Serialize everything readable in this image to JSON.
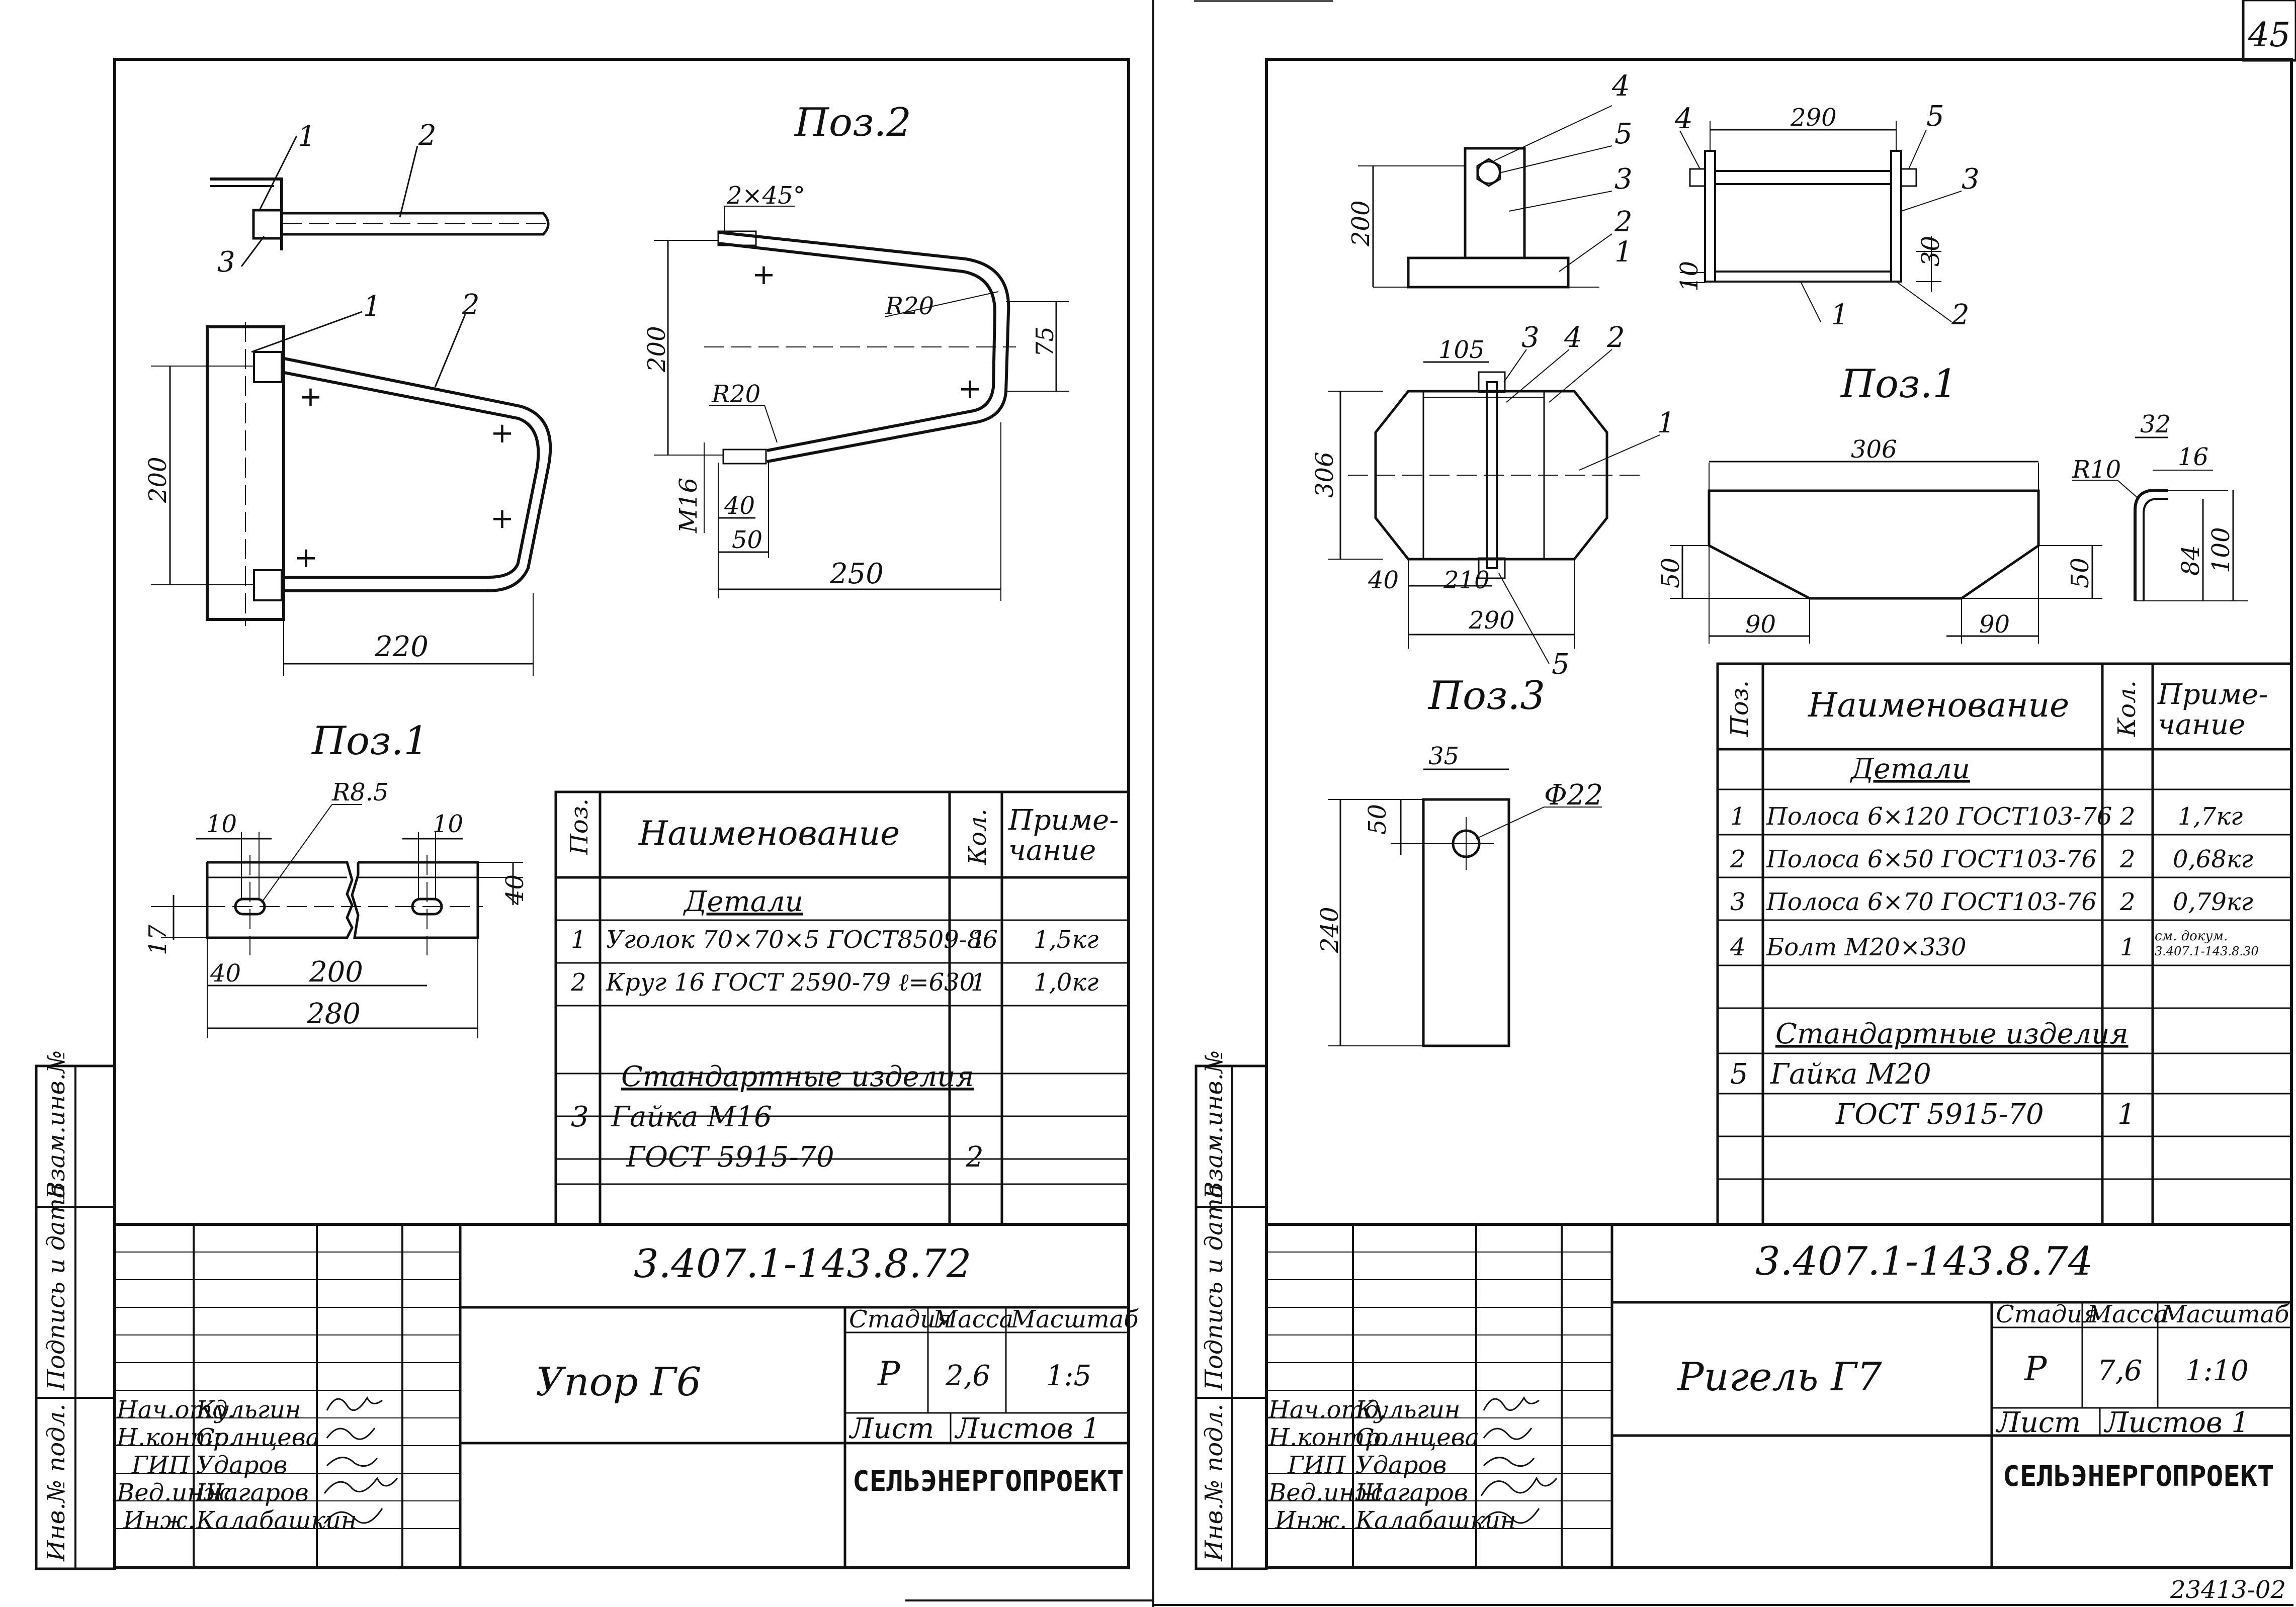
{
  "page_number": "45",
  "bottom_code": "23413-02",
  "side_stamp": {
    "vzam": "Взам.инв.№",
    "podpis": "Подпись и дата",
    "inv": "Инв.№ подл."
  },
  "left": {
    "poz2_title": "Поз.2",
    "poz1_title": "Поз.1",
    "dims": {
      "d200": "200",
      "d220": "220",
      "chamfer": "2×45°",
      "r20a": "R20",
      "r20b": "R20",
      "d200b": "200",
      "d75": "75",
      "m16": "M16",
      "d40": "40",
      "d50": "50",
      "d250": "250",
      "r85": "R8.5",
      "d10a": "10",
      "d10b": "10",
      "d40r": "40",
      "d17": "17",
      "d40b": "40",
      "d200c": "200",
      "d280": "280"
    },
    "leaders": {
      "l1a": "1",
      "l2a": "2",
      "l3": "3",
      "l1b": "1",
      "l2b": "2"
    },
    "spec": {
      "h_pos": "Поз.",
      "h_name": "Наименование",
      "h_qty": "Кол.",
      "h_note": "Приме-\nчание",
      "section1": "Детали",
      "rows": [
        {
          "pos": "1",
          "name": "Уголок 70×70×5 ГОСТ8509-86",
          "qty": "1",
          "note": "1,5кг"
        },
        {
          "pos": "2",
          "name": "Круг 16 ГОСТ 2590-79 ℓ=630",
          "qty": "1",
          "note": "1,0кг"
        }
      ],
      "section2": "Стандартные изделия",
      "rows2": [
        {
          "pos": "3",
          "name": "Гайка  М16",
          "qty": "",
          "note": ""
        },
        {
          "pos": "",
          "name": "ГОСТ 5915-70",
          "qty": "2",
          "note": ""
        }
      ]
    },
    "title_block": {
      "code": "3.407.1-143.8.72",
      "name": "Упор Г6",
      "h_stage": "Стадия",
      "h_mass": "Масса",
      "h_scale": "Масштаб",
      "stage": "Р",
      "mass": "2,6",
      "scale": "1:5",
      "sheet": "Лист",
      "sheets": "Листов 1",
      "org": "СЕЛЬЭНЕРГОПРОЕКТ",
      "roles": [
        {
          "role": "Нач.отд.",
          "name": "Кульгин"
        },
        {
          "role": "Н.контр.",
          "name": "Солнцева"
        },
        {
          "role": "ГИП",
          "name": "Ударов"
        },
        {
          "role": "Вед.инж.",
          "name": "Шагаров"
        },
        {
          "role": "Инж.",
          "name": "Калабашкин"
        }
      ]
    }
  },
  "right": {
    "poz1_title": "Поз.1",
    "poz3_title": "Поз.3",
    "dims": {
      "d200": "200",
      "d290a": "290",
      "d30": "30",
      "d10": "10",
      "d105": "105",
      "d306a": "306",
      "d40": "40",
      "d210": "210",
      "d290b": "290",
      "d306b": "306",
      "d50a": "50",
      "d50b": "50",
      "d90a": "90",
      "d90b": "90",
      "r10": "R10",
      "d32": "32",
      "d16": "16",
      "d84": "84",
      "d100": "100",
      "d35": "35",
      "phi22": "Φ22",
      "d50c": "50",
      "d240": "240"
    },
    "leaders": {
      "a4": "4",
      "a5": "5",
      "a3": "3",
      "a2": "2",
      "a1": "1",
      "b4": "4",
      "b5": "5",
      "b3": "3",
      "b1": "1",
      "b2": "2",
      "c3": "3",
      "c4": "4",
      "c2": "2",
      "c1": "1",
      "c5": "5"
    },
    "spec": {
      "h_pos": "Поз.",
      "h_name": "Наименование",
      "h_qty": "Кол.",
      "h_note": "Приме-\nчание",
      "section1": "Детали",
      "rows": [
        {
          "pos": "1",
          "name": "Полоса 6×120 ГОСТ103-76",
          "qty": "2",
          "note": "1,7кг"
        },
        {
          "pos": "2",
          "name": "Полоса 6×50 ГОСТ103-76",
          "qty": "2",
          "note": "0,68кг"
        },
        {
          "pos": "3",
          "name": "Полоса 6×70 ГОСТ103-76",
          "qty": "2",
          "note": "0,79кг"
        },
        {
          "pos": "4",
          "name": "Болт М20×330",
          "qty": "1",
          "note": "см. докум.\n3.407.1-143.8.30"
        }
      ],
      "section2": "Стандартные изделия",
      "rows2": [
        {
          "pos": "5",
          "name": "Гайка  М20",
          "qty": "",
          "note": ""
        },
        {
          "pos": "",
          "name": "ГОСТ 5915-70",
          "qty": "1",
          "note": ""
        }
      ]
    },
    "title_block": {
      "code": "3.407.1-143.8.74",
      "name": "Ригель Г7",
      "h_stage": "Стадия",
      "h_mass": "Масса",
      "h_scale": "Масштаб",
      "stage": "Р",
      "mass": "7,6",
      "scale": "1:10",
      "sheet": "Лист",
      "sheets": "Листов 1",
      "org": "СЕЛЬЭНЕРГОПРОЕКТ",
      "roles": [
        {
          "role": "Нач.отд.",
          "name": "Кульгин"
        },
        {
          "role": "Н.контр.",
          "name": "Солнцева"
        },
        {
          "role": "ГИП",
          "name": "Ударов"
        },
        {
          "role": "Вед.инж.",
          "name": "Шагаров"
        },
        {
          "role": "Инж.",
          "name": "Калабашкин"
        }
      ]
    }
  }
}
